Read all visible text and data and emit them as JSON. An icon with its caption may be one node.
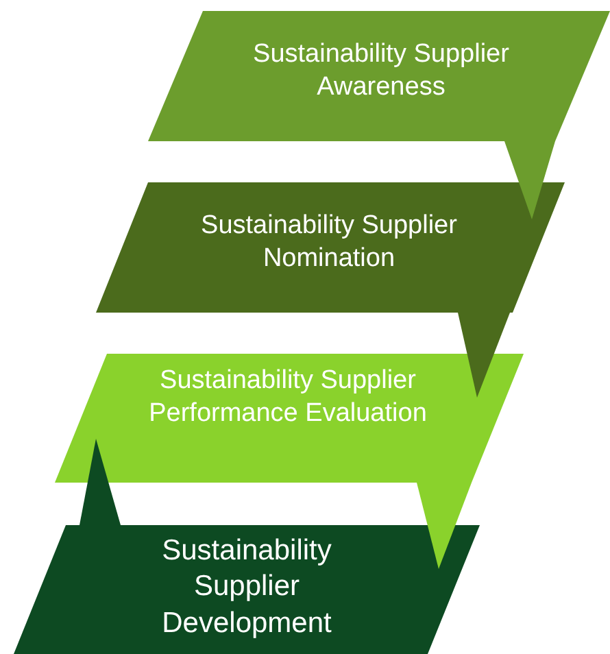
{
  "diagram": {
    "nodes": [
      {
        "text": [
          "Sustainability Supplier Awareness"
        ]
      },
      {
        "text": [
          "Sustainability Supplier Nomination"
        ]
      },
      {
        "text": [
          "Sustainability Supplier Performance Evaluation"
        ]
      },
      {
        "text": [
          "Sustainability Supplier Development"
        ]
      }
    ],
    "edges": [
      {
        "from": 0,
        "to": 1,
        "arrow": "to"
      },
      {
        "from": 1,
        "to": 2,
        "arrow": "to"
      },
      {
        "from": 2,
        "to": 3,
        "arrow": "to"
      },
      {
        "from": 3,
        "to": 2,
        "arrow": "to"
      }
    ]
  }
}
